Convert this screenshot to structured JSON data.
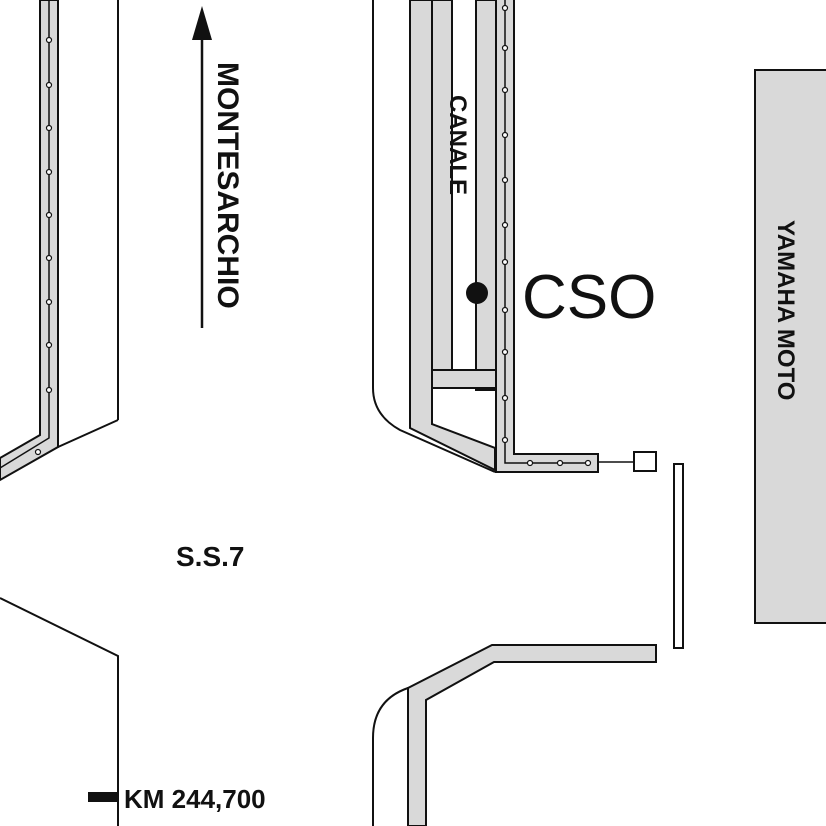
{
  "labels": {
    "direction": "MONTESARCHIO",
    "canal": "CANALE",
    "cso": "CSO",
    "building": "YAMAHA MOTO",
    "road": "S.S.7",
    "km_marker": "KM 244,700"
  },
  "colors": {
    "line": "#111111",
    "sidewalk_fill": "#d9d9d9",
    "building_fill": "#d9d9d9",
    "background": "#ffffff"
  }
}
